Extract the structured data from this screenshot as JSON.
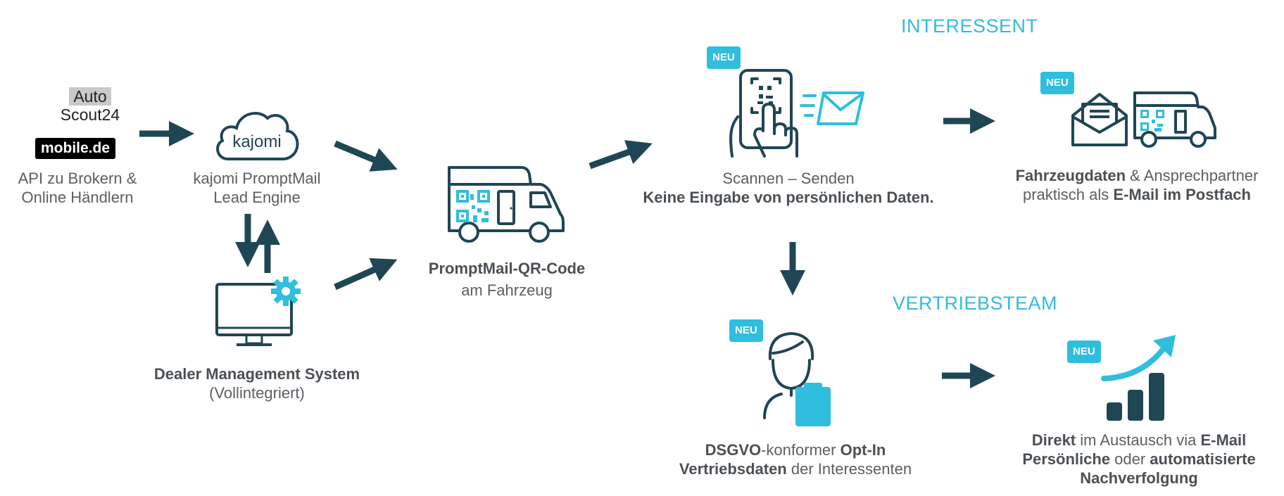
{
  "headings": {
    "interessent": "INTERESSENT",
    "vertriebsteam": "VERTRIEBSTEAM"
  },
  "badge_label": "NEU",
  "sources": {
    "autoscout_line1": "Auto",
    "autoscout_line2": "Scout24",
    "mobile": "mobile.de",
    "caption_line1": "API zu Brokern &",
    "caption_line2": "Online Händlern"
  },
  "kajomi": {
    "logo": "kajomi",
    "caption_line1": "kajomi PromptMail",
    "caption_line2": "Lead Engine"
  },
  "dms": {
    "title": "Dealer Management System",
    "subtitle": "(Vollintegriert)"
  },
  "qr": {
    "title": "PromptMail-QR-Code",
    "subtitle": "am Fahrzeug"
  },
  "scan": {
    "line1": "Scannen – Senden",
    "line2": "Keine Eingabe von persönlichen Daten."
  },
  "email_box": {
    "bold1": "Fahrzeugdaten",
    "text1": " & Ansprechpartner",
    "text2": "praktisch als ",
    "bold2": "E-Mail im Postfach"
  },
  "optin": {
    "bold1": "DSGVO",
    "text1": "-konformer ",
    "bold2": "Opt-In",
    "bold3": "Vertriebsdaten",
    "text3": " der Interessenten"
  },
  "direct": {
    "bold1": "Direkt",
    "text1": " im Austausch via ",
    "bold2": "E-Mail",
    "bold3": "Persönliche",
    "text3": " oder ",
    "bold4": "automatisierte",
    "bold5": "Nachverfolgung"
  },
  "colors": {
    "dark": "#1f4655",
    "accent": "#2fbede",
    "text": "#5a5f64"
  }
}
